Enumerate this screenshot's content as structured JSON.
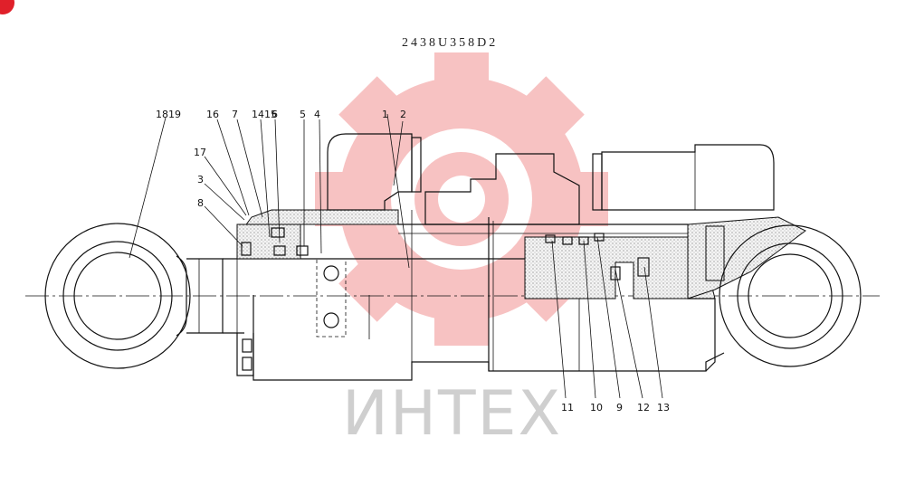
{
  "drawing": {
    "code": "2438U358D2",
    "watermark_text": "ИНТЕХ"
  },
  "callouts": {
    "top": [
      "1819",
      "16",
      "7",
      "1415",
      "6",
      "5",
      "4",
      "1",
      "2"
    ],
    "left": [
      "17",
      "3",
      "8"
    ],
    "bottom": [
      "11",
      "10",
      "9",
      "12",
      "13"
    ]
  },
  "colors": {
    "watermark_gear": "#f6b8b8",
    "watermark_text": "#cfcfcf",
    "badge": "#e0202a",
    "line": "#111111"
  }
}
